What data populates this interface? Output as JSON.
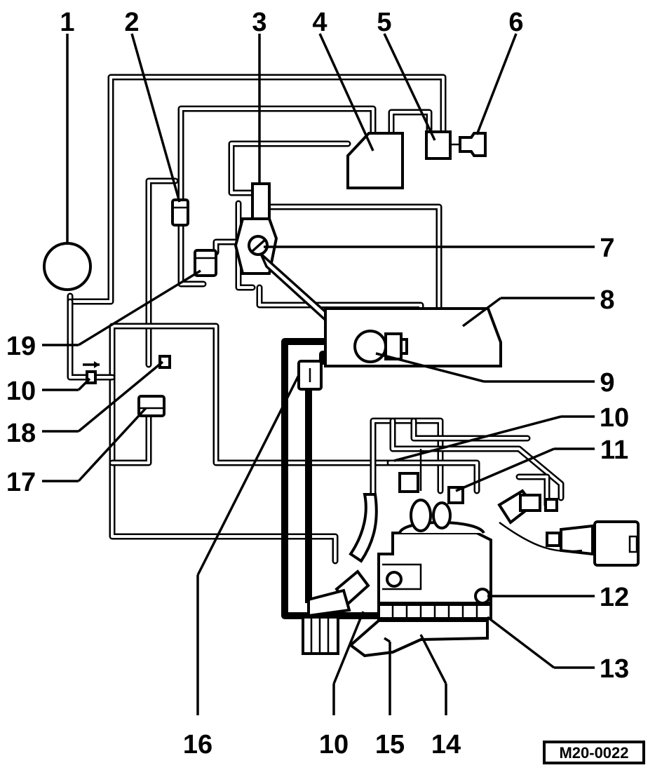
{
  "callouts": [
    {
      "id": "c1",
      "label": "1"
    },
    {
      "id": "c2",
      "label": "2"
    },
    {
      "id": "c3",
      "label": "3"
    },
    {
      "id": "c4",
      "label": "4"
    },
    {
      "id": "c5",
      "label": "5"
    },
    {
      "id": "c6",
      "label": "6"
    },
    {
      "id": "c7",
      "label": "7"
    },
    {
      "id": "c8",
      "label": "8"
    },
    {
      "id": "c9",
      "label": "9"
    },
    {
      "id": "c10a",
      "label": "10"
    },
    {
      "id": "c10b",
      "label": "10"
    },
    {
      "id": "c10c",
      "label": "10"
    },
    {
      "id": "c11",
      "label": "11"
    },
    {
      "id": "c12",
      "label": "12"
    },
    {
      "id": "c13",
      "label": "13"
    },
    {
      "id": "c14",
      "label": "14"
    },
    {
      "id": "c15",
      "label": "15"
    },
    {
      "id": "c16",
      "label": "16"
    },
    {
      "id": "c17",
      "label": "17"
    },
    {
      "id": "c18",
      "label": "18"
    },
    {
      "id": "c19",
      "label": "19"
    }
  ],
  "reference_code": "M20-0022"
}
